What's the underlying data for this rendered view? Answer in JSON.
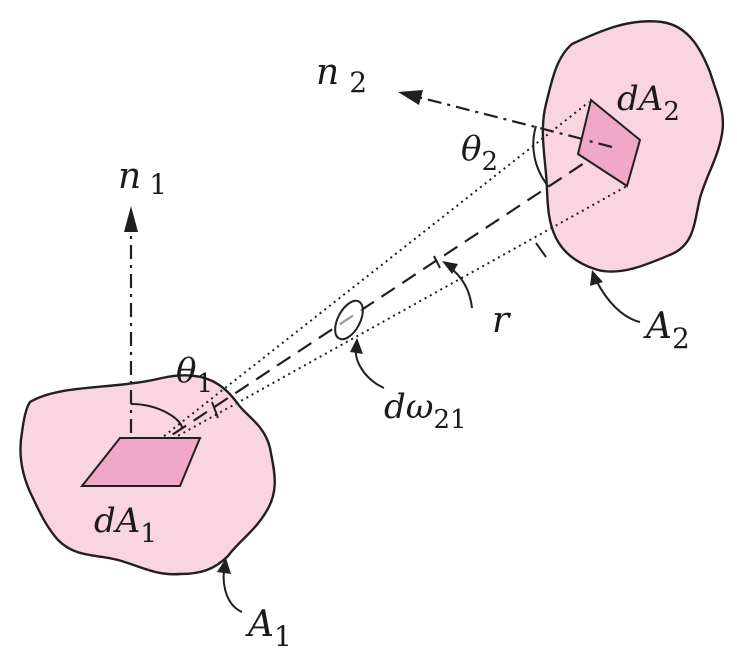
{
  "labels": {
    "n1": {
      "main": "n",
      "sub": "1"
    },
    "n2": {
      "main": "n",
      "sub": "2"
    },
    "theta1": {
      "main": "θ",
      "sub": "1"
    },
    "theta2": {
      "main": "θ",
      "sub": "2"
    },
    "dA1": {
      "main": "dA",
      "sub": "1"
    },
    "dA2": {
      "main": "dA",
      "sub": "2"
    },
    "A1": {
      "main": "A",
      "sub": "1"
    },
    "A2": {
      "main": "A",
      "sub": "2"
    },
    "r": {
      "main": "r"
    },
    "domega": {
      "main": "dω",
      "sub": "21"
    }
  },
  "colors": {
    "surface_fill": "#f9d5e2",
    "element_fill": "#f0a8c6",
    "stroke": "#231f20"
  }
}
